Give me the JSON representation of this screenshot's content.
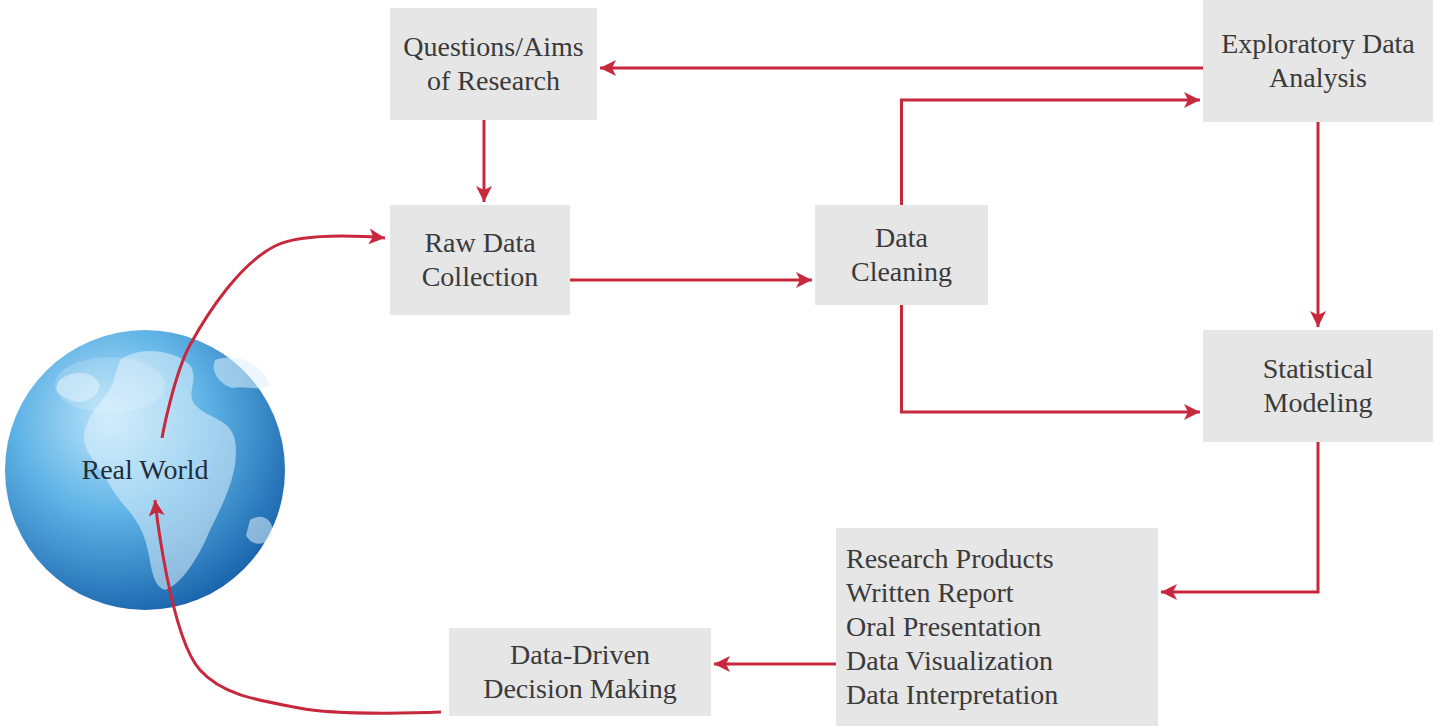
{
  "diagram": {
    "nodes": [
      {
        "text": [
          "Questions/Aims of Research"
        ]
      },
      {
        "text": [
          "Exploratory Data Analysis"
        ]
      },
      {
        "text": [
          "Raw Data Collection"
        ]
      },
      {
        "text": [
          "Data Cleaning"
        ]
      },
      {
        "text": [
          "Real World"
        ]
      },
      {
        "text": [
          "Statistical Modeling"
        ]
      },
      {
        "text": [
          "Research Products",
          "Written Report",
          "Oral Presentation",
          "Data Visualization",
          "Data Interpretation"
        ]
      },
      {
        "text": [
          "Data-Driven Decision Making"
        ]
      }
    ],
    "edges": [
      {
        "from": 1,
        "to": 0,
        "arrow": "to"
      },
      {
        "from": 0,
        "to": 2,
        "arrow": "to"
      },
      {
        "from": 4,
        "to": 2,
        "arrow": "to"
      },
      {
        "from": 2,
        "to": 3,
        "arrow": "to"
      },
      {
        "from": 3,
        "to": 1,
        "arrow": "to"
      },
      {
        "from": 3,
        "to": 5,
        "arrow": "to"
      },
      {
        "from": 1,
        "to": 5,
        "arrow": "to"
      },
      {
        "from": 5,
        "to": 6,
        "arrow": "to"
      },
      {
        "from": 6,
        "to": 7,
        "arrow": "to"
      },
      {
        "from": 7,
        "to": 4,
        "arrow": "to"
      }
    ]
  }
}
